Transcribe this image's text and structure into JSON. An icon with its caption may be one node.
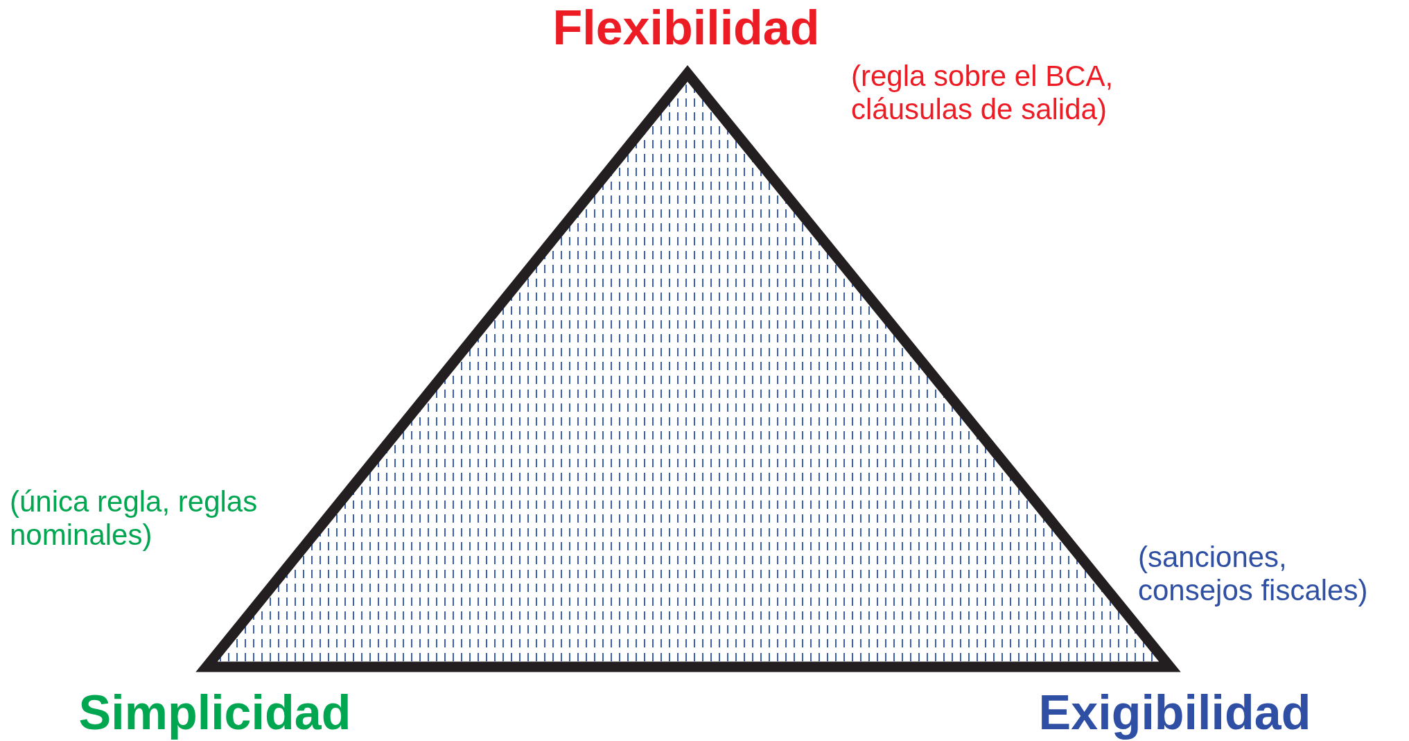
{
  "diagram": {
    "labels": [
      "Flexibilidad",
      "(regla sobre el BCA, cláusulas de salida)",
      "(única regla, reglas nominales)",
      "(sanciones, consejos fiscales)",
      "Simplicidad",
      "Exigibilidad"
    ]
  }
}
